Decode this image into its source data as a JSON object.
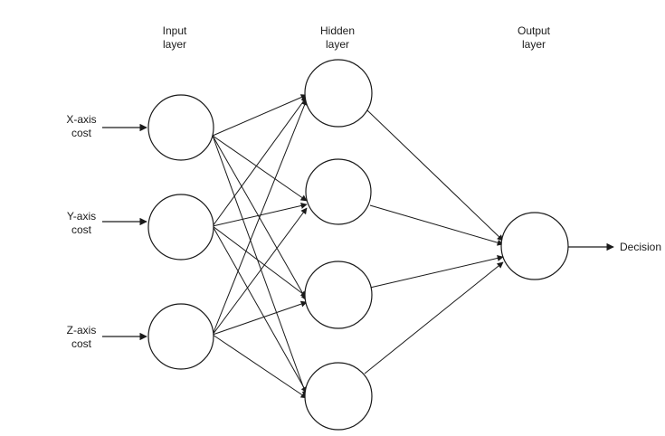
{
  "layers": {
    "input": {
      "title_line1": "Input",
      "title_line2": "layer"
    },
    "hidden": {
      "title_line1": "Hidden",
      "title_line2": "layer"
    },
    "output": {
      "title_line1": "Output",
      "title_line2": "layer"
    }
  },
  "inputs": [
    {
      "line1": "X-axis",
      "line2": "cost"
    },
    {
      "line1": "Y-axis",
      "line2": "cost"
    },
    {
      "line1": "Z-axis",
      "line2": "cost"
    }
  ],
  "output_label": "Decision",
  "colors": {
    "stroke": "#1a1a1a",
    "text": "#1a1a1a",
    "background": "#ffffff"
  }
}
